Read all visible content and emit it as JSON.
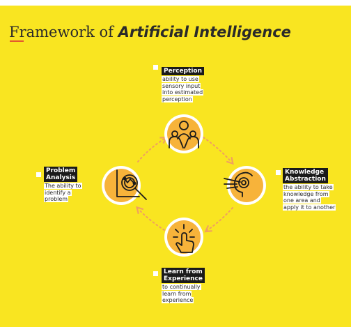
{
  "title": {
    "regular": "Framework of ",
    "emphasis": "Artificial Intelligence"
  },
  "nodes": {
    "perception": {
      "name": [
        "Perception"
      ],
      "desc": [
        "ability to use",
        "sensory input",
        "into estimated",
        "perception"
      ]
    },
    "knowledge": {
      "name": [
        "Knowledge",
        "Abstraction"
      ],
      "desc": [
        "the ability to take",
        "knowledge from",
        "one area and",
        "apply it to another"
      ]
    },
    "learn": {
      "name": [
        "Learn from",
        "Experience"
      ],
      "desc": [
        "to continually",
        "learn from",
        "experience"
      ]
    },
    "problem": {
      "name": [
        "Problem",
        "Analysis"
      ],
      "desc": [
        "The ability to",
        "identify a",
        "problem"
      ]
    }
  },
  "icons": [
    "perception-head-icon",
    "knowledge-head-target-icon",
    "learn-click-hand-icon",
    "problem-magnifier-chart-icon"
  ],
  "colors": {
    "background": "#f9e521",
    "circle": "#f7b33a",
    "arrow": "#f0a060",
    "label_bg": "#1a1a1a",
    "accent": "#e4572e"
  }
}
